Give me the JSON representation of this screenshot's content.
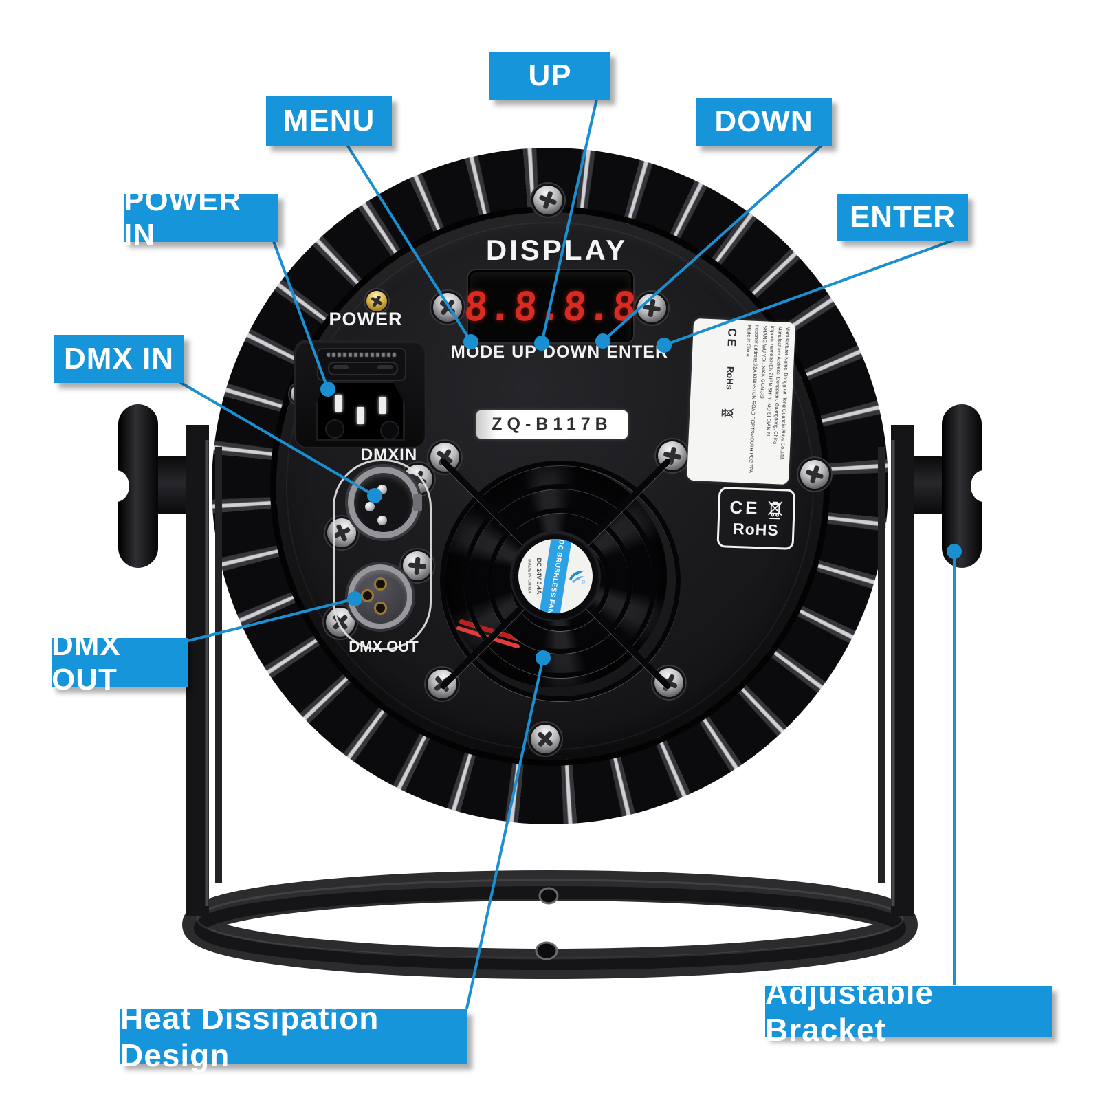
{
  "colors": {
    "label_bg": "#1795da",
    "line_blue": "#1a8fd1",
    "led_red": "#d92b22"
  },
  "callouts": {
    "up": "UP",
    "menu": "MENU",
    "down": "DOWN",
    "power_in": "POWER IN",
    "enter": "ENTER",
    "dmx_in": "DMX IN",
    "dmx_out": "DMX OUT",
    "heat": "Heat Dissipation Design",
    "bracket": "Adjustable Bracket"
  },
  "panel": {
    "display_title": "DISPLAY",
    "led_value": "8.8.8.8",
    "buttons": [
      "MODE",
      "UP",
      "DOWN",
      "ENTER"
    ],
    "power_label": "POWER",
    "dmx_in_label": "DMXIN",
    "dmx_out_label": "DMX OUT",
    "model_label": "ZQ-B117B"
  },
  "fan": {
    "stripe_text": "DC BRUSHLESS FAN",
    "spec_text": "DC 24V 0.4A",
    "origin_text": "MADE IN CHINA"
  },
  "sticker": {
    "lines": [
      "Manufacturer Name: Dongguan Tong Quanqiu Shiye Co.,Ltd.",
      "Manufacturer Address: Dongguan, Guangdong, China",
      "Importe name:SHEN ZHEN SHI YI MO SI DIAN ZI",
      "SHANG WU YOU XIAN GONGSI",
      "Importer address:72A KINGSTON ROAD PORTSMOUTH PO2 7PA",
      "Made in China"
    ],
    "ce": "CE",
    "rohs": "RoHs"
  },
  "badge": {
    "ce": "CE",
    "rohs": "RoHS"
  }
}
